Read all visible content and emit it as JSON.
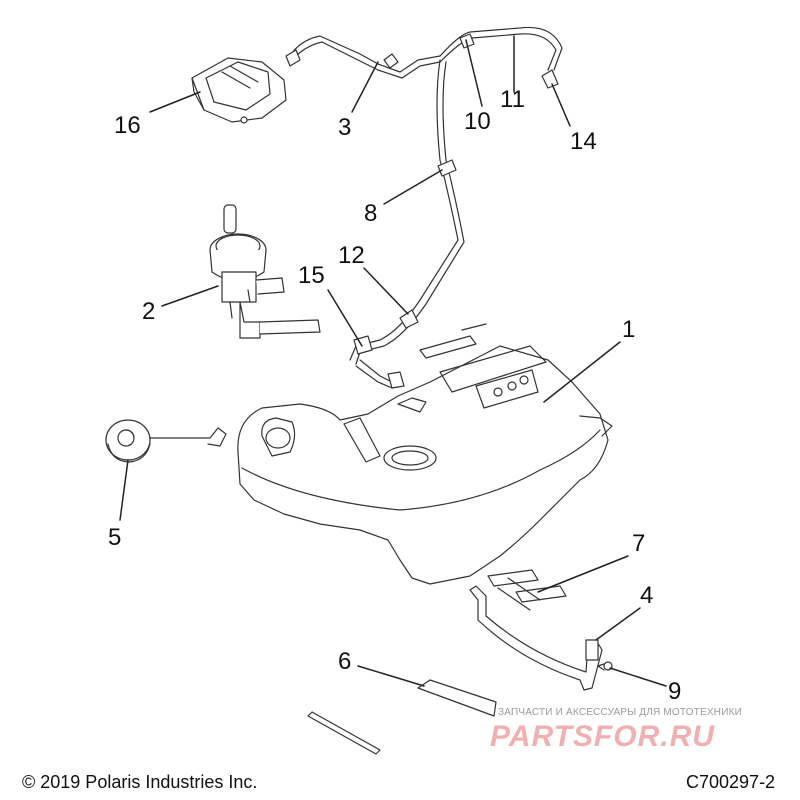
{
  "callouts": {
    "c1": "1",
    "c2": "2",
    "c3": "3",
    "c4": "4",
    "c5": "5",
    "c6": "6",
    "c7": "7",
    "c8": "8",
    "c9": "9",
    "c10": "10",
    "c11": "11",
    "c12": "12",
    "c14": "14",
    "c15": "15",
    "c16": "16"
  },
  "footer": {
    "copyright": "© 2019 Polaris Industries Inc.",
    "diagram_code": "C700297-2"
  },
  "watermark": {
    "tagline": "ЗАПЧАСТИ И АКСЕССУАРЫ ДЛЯ МОТОТЕХНИКИ",
    "brand": "PARTSFOR.RU",
    "color": "#e05a5a"
  }
}
